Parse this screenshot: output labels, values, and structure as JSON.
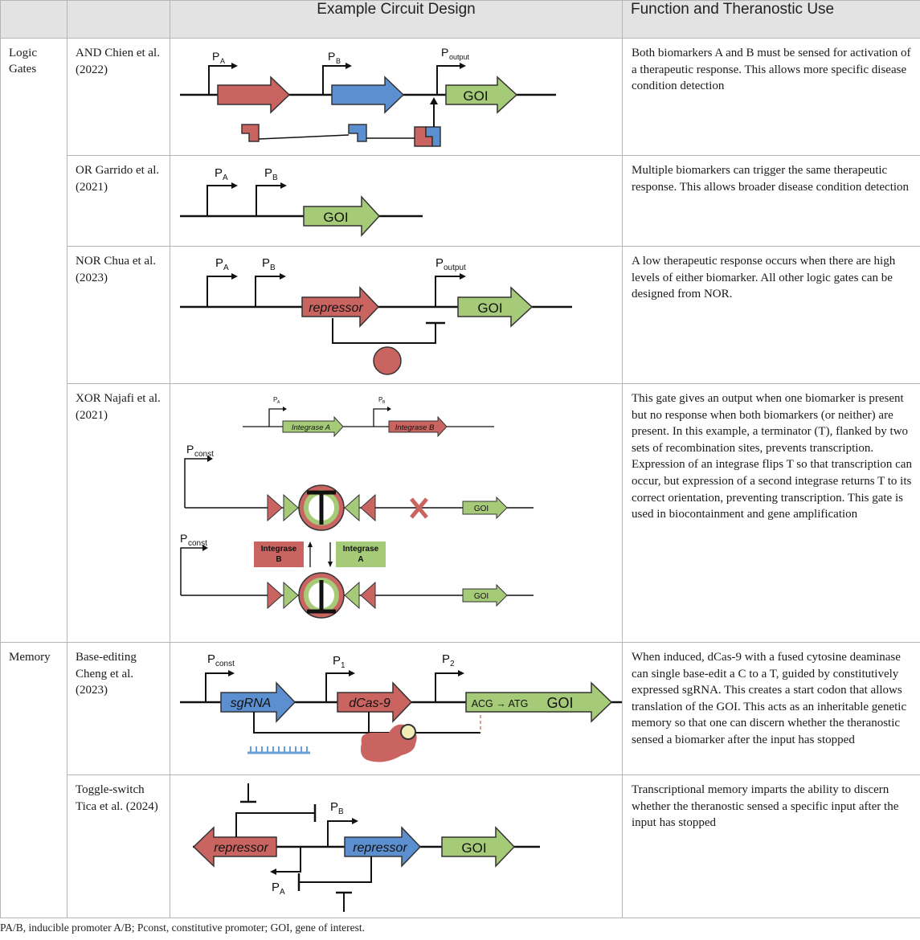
{
  "header": {
    "col1": "",
    "col2": "",
    "design": "Example Circuit Design",
    "function": "Function and Theranostic Use"
  },
  "groups": [
    {
      "category": "Logic Gates",
      "rows": [
        {
          "name": "AND Chien et al. (2022)",
          "description": "Both biomarkers A and B must be sensed for activation of a therapeutic response. This allows more specific disease condition detection",
          "diagram": {
            "promoters": [
              "P",
              "P",
              "P"
            ],
            "subscripts": [
              "A",
              "B",
              "output"
            ],
            "genes": [
              "GOI"
            ]
          }
        },
        {
          "name": "OR Garrido et al. (2021)",
          "description": "Multiple biomarkers can trigger the same therapeutic response. This allows broader disease condition detection",
          "diagram": {
            "promoters": [
              "P",
              "P"
            ],
            "subscripts": [
              "A",
              "B"
            ],
            "genes": [
              "GOI"
            ]
          }
        },
        {
          "name": "NOR Chua et al. (2023)",
          "description": "A low therapeutic response occurs when there are high levels of either biomarker. All other logic gates can be designed from NOR.",
          "diagram": {
            "promoters": [
              "P",
              "P",
              "P"
            ],
            "subscripts": [
              "A",
              "B",
              "output"
            ],
            "genes": [
              "repressor",
              "GOI"
            ]
          }
        },
        {
          "name": "XOR Najafi et al. (2021)",
          "description": "This gate gives an output when one biomarker is present but no response when both biomarkers (or neither) are present. In this example, a terminator (T), flanked by two sets of recombination sites, prevents transcription. Expression of an integrase flips T so that transcription can occur, but expression of a second integrase returns T to its correct orientation, preventing transcription. This gate is used in biocontainment and gene amplification",
          "diagram": {
            "promoters": [
              "P",
              "P",
              "P",
              "P"
            ],
            "subscripts": [
              "A",
              "B",
              "const",
              "const"
            ],
            "genes": [
              "Integrase A",
              "Integrase B",
              "GOI",
              "GOI"
            ],
            "boxes": [
              "Integrase",
              "B",
              "Integrase",
              "A"
            ]
          }
        }
      ]
    },
    {
      "category": "Memory",
      "rows": [
        {
          "name": "Base-editing Cheng et al. (2023)",
          "description": "When induced, dCas-9 with a fused cytosine deaminase can single base-edit a C to a T, guided by constitutively expressed sgRNA. This creates a start codon that allows translation of the GOI. This acts as an inheritable genetic memory so that one can discern whether the theranostic sensed a biomarker after the input has stopped",
          "diagram": {
            "promoters": [
              "P",
              "P",
              "P"
            ],
            "subscripts": [
              "const",
              "1",
              "2"
            ],
            "genes": [
              "sgRNA",
              "dCas-9",
              "GOI"
            ],
            "edit": "ACG → ATG"
          }
        },
        {
          "name": "Toggle-switch Tica et al. (2024)",
          "description": "Transcriptional memory imparts the ability to discern whether the theranostic sensed a specific input after the input has stopped",
          "diagram": {
            "promoters": [
              "P",
              "P"
            ],
            "subscripts": [
              "B",
              "A"
            ],
            "genes": [
              "repressor",
              "repressor",
              "GOI"
            ]
          }
        }
      ]
    }
  ],
  "footnote": "PA/B, inducible promoter A/B; Pconst, constitutive promoter; GOI, gene of interest.",
  "colors": {
    "red": "#c96460",
    "blue": "#5b8fcf",
    "green": "#a6cb78",
    "header_bg": "#e3e3e3",
    "border": "#b5b5b5"
  }
}
